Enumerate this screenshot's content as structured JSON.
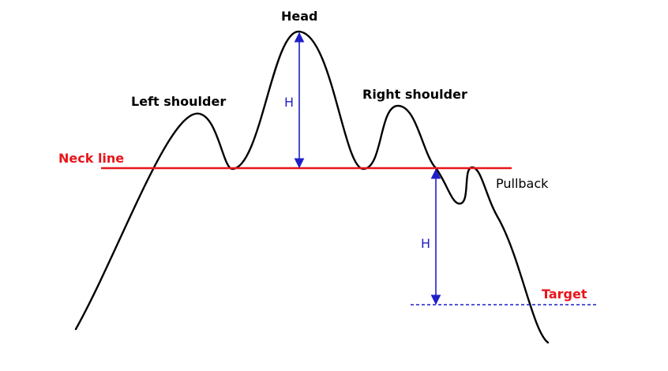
{
  "labels": {
    "head": "Head",
    "left_shoulder": "Left shoulder",
    "right_shoulder": "Right shoulder",
    "neck_line": "Neck line",
    "pullback": "Pullback",
    "target": "Target",
    "height_upper": "H",
    "height_lower": "H"
  },
  "colors": {
    "price_line": "#000000",
    "neck_line": "#e8141b",
    "measure_arrow": "#1f1fc8",
    "target_line": "#1f1fc8",
    "text_dark": "#000000",
    "text_red": "#e8141b",
    "text_blue": "#1f1fc8"
  }
}
